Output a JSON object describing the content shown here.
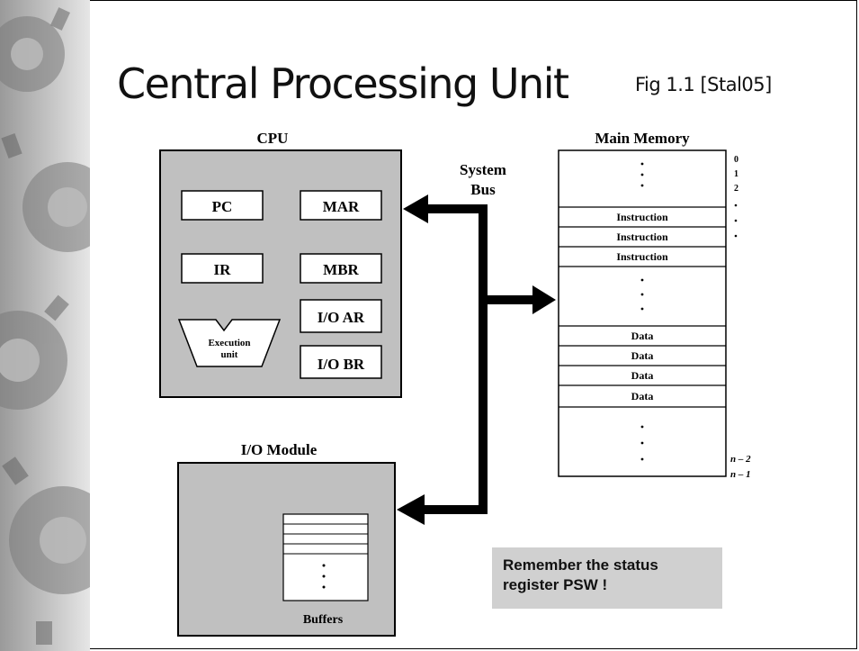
{
  "slide": {
    "title": "Central Processing Unit",
    "reference": "Fig 1.1 [Stal05]",
    "note": "Remember the status register PSW !"
  },
  "diagram": {
    "cpu": {
      "label": "CPU",
      "registers": [
        "PC",
        "MAR",
        "IR",
        "MBR",
        "I/O AR",
        "I/O BR"
      ],
      "execution_unit": [
        "Execution",
        "unit"
      ]
    },
    "bus": {
      "label": [
        "System",
        "Bus"
      ]
    },
    "io_module": {
      "label": "I/O Module",
      "buffers_label": "Buffers"
    },
    "main_memory": {
      "label": "Main Memory",
      "instruction_label": "Instruction",
      "data_label": "Data",
      "addresses_top": [
        "0",
        "1",
        "2"
      ],
      "addresses_bottom": [
        "n – 2",
        "n – 1"
      ]
    }
  },
  "colors": {
    "box_fill": "#c0c0c0",
    "note_fill": "#d0d0d0"
  }
}
